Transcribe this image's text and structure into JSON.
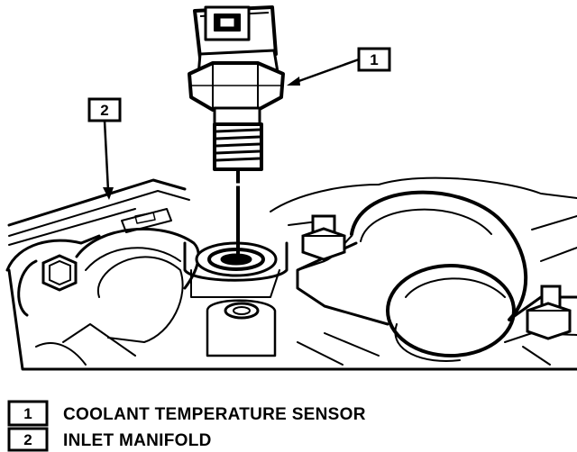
{
  "callouts": [
    {
      "number": "1"
    },
    {
      "number": "2"
    }
  ],
  "legend": [
    {
      "number": "1",
      "label": "COOLANT TEMPERATURE SENSOR"
    },
    {
      "number": "2",
      "label": "INLET MANIFOLD"
    }
  ],
  "colors": {
    "ink": "#000000",
    "paper": "#ffffff"
  }
}
